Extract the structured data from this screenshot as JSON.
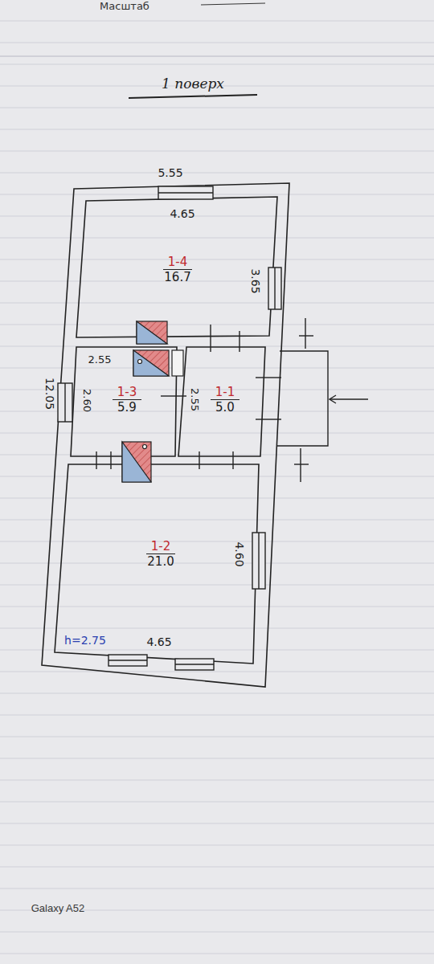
{
  "diagram": {
    "title": "1 поверх",
    "nodes": [
      {
        "text": [
          "1-4",
          "16.7"
        ]
      },
      {
        "text": [
          "1-3",
          "5.9"
        ]
      },
      {
        "text": [
          "1-1",
          "5.0"
        ]
      },
      {
        "text": [
          "1-2",
          "21.0"
        ]
      }
    ],
    "labels": [
      "Масштаб",
      "5.55",
      "4.65",
      "3.65",
      "2.55",
      "2.60",
      "2.55",
      "12.05",
      "4.60",
      "h=2.75",
      "4.65",
      "Galaxy A52"
    ]
  }
}
